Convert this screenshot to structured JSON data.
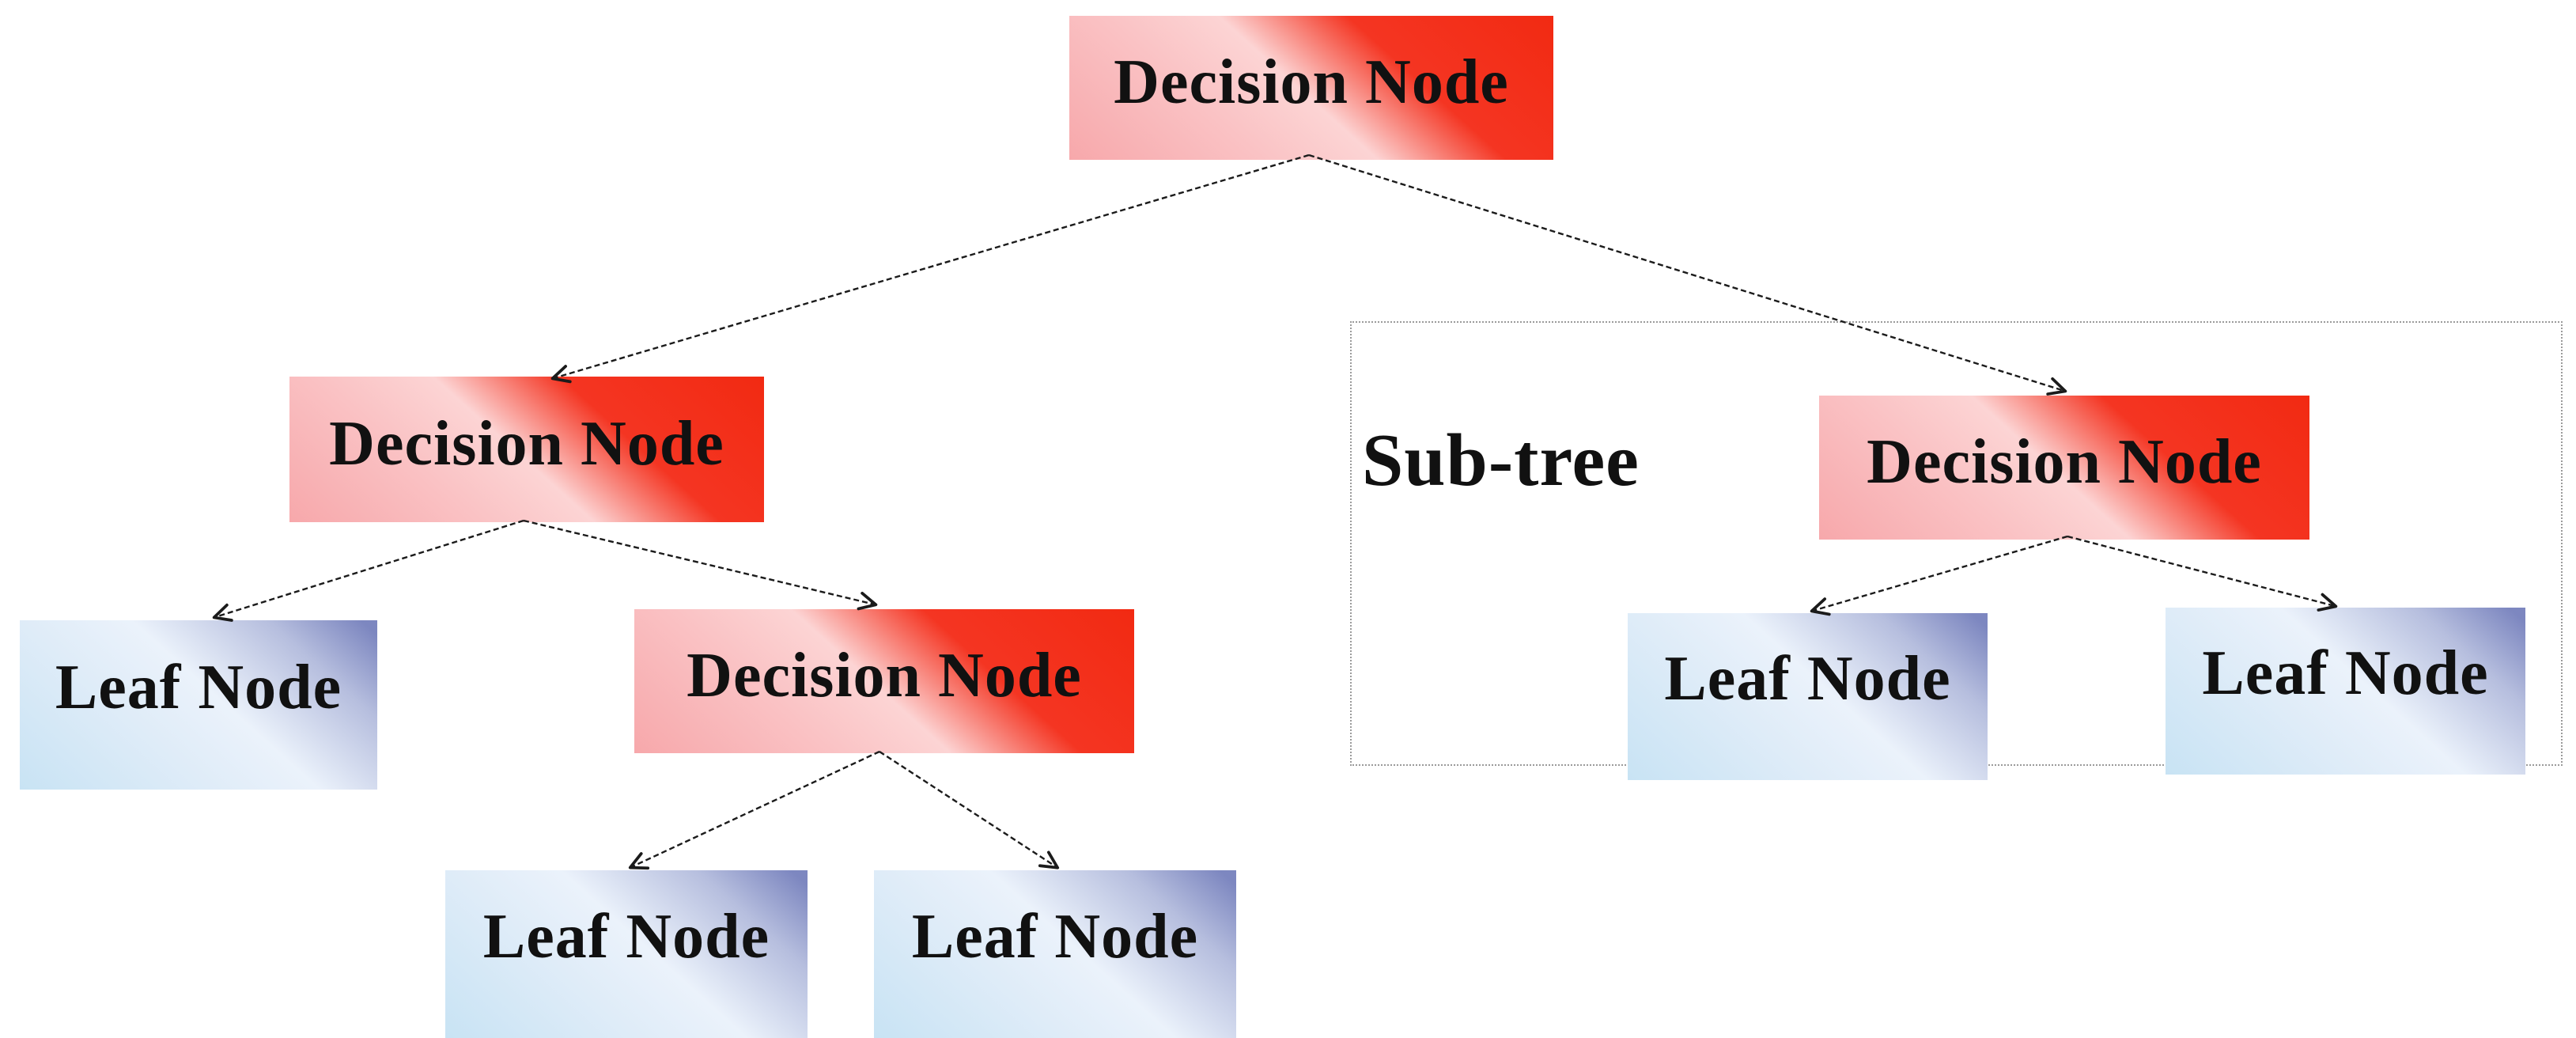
{
  "figure": {
    "type": "decision-tree-diagram",
    "background": "#ffffff",
    "subtree": {
      "label": "Sub-tree"
    },
    "nodes": [
      {
        "id": "root",
        "label": "Decision Node",
        "kind": "decision"
      },
      {
        "id": "l2-decision",
        "label": "Decision Node",
        "kind": "decision"
      },
      {
        "id": "subtree-decision",
        "label": "Decision Node",
        "kind": "decision"
      },
      {
        "id": "leaf-far-left",
        "label": "Leaf Node",
        "kind": "leaf"
      },
      {
        "id": "l3-decision",
        "label": "Decision Node",
        "kind": "decision"
      },
      {
        "id": "leaf-bottom-left",
        "label": "Leaf Node",
        "kind": "leaf"
      },
      {
        "id": "leaf-bottom-right",
        "label": "Leaf Node",
        "kind": "leaf"
      },
      {
        "id": "subtree-leaf-left",
        "label": "Leaf Node",
        "kind": "leaf"
      },
      {
        "id": "subtree-leaf-right",
        "label": "Leaf Node",
        "kind": "leaf"
      }
    ],
    "edges": [
      {
        "from": "root",
        "to": "l2-decision"
      },
      {
        "from": "root",
        "to": "subtree-decision"
      },
      {
        "from": "l2-decision",
        "to": "leaf-far-left"
      },
      {
        "from": "l2-decision",
        "to": "l3-decision"
      },
      {
        "from": "l3-decision",
        "to": "leaf-bottom-left"
      },
      {
        "from": "l3-decision",
        "to": "leaf-bottom-right"
      },
      {
        "from": "subtree-decision",
        "to": "subtree-leaf-left"
      },
      {
        "from": "subtree-decision",
        "to": "subtree-leaf-right"
      }
    ],
    "colors": {
      "decision_gradient_light": "#f7a8ab",
      "decision_gradient_dark": "#f22a12",
      "leaf_gradient_light": "#c8e3f4",
      "leaf_gradient_dark": "#7d87c0",
      "edge": "#1b1b1b",
      "subtree_border": "#9b9b9b",
      "text": "#111111"
    }
  }
}
